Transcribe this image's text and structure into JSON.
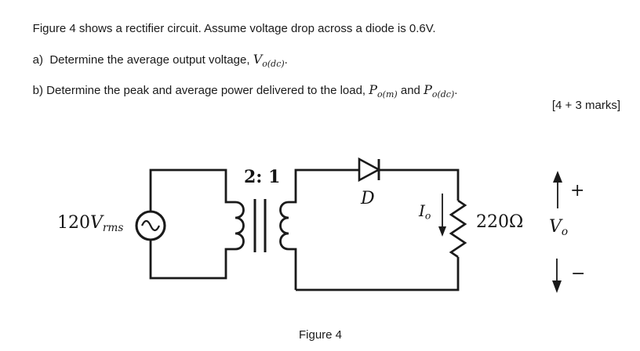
{
  "question": {
    "intro": "Figure 4 shows a rectifier circuit. Assume voltage drop across a diode is 0.6V.",
    "part_a": {
      "prefix": "a)  Determine the average output voltage, ",
      "symbol": "V",
      "subscript": "o(dc)",
      "suffix": "."
    },
    "part_b": {
      "prefix": "b) Determine the peak and average power delivered to the load, ",
      "symbol1": "P",
      "subscript1": "o(m)",
      "middle": " and ",
      "symbol2": "P",
      "subscript2": "o(dc)",
      "suffix": "."
    },
    "marks": "[4 + 3 marks]"
  },
  "circuit": {
    "source_value": "120",
    "source_symbol": "V",
    "source_subscript": "rms",
    "transformer_ratio": "2: 1",
    "diode_label": "D",
    "current_symbol": "I",
    "current_subscript": "o",
    "resistor_value": "220Ω",
    "output_symbol": "V",
    "output_subscript": "o",
    "plus": "+",
    "minus": "−"
  },
  "caption": "Figure 4",
  "colors": {
    "ink": "#1a1a1a",
    "background": "#ffffff"
  }
}
